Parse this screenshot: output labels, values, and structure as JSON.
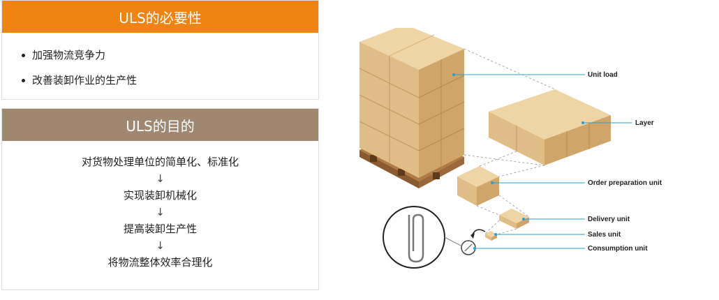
{
  "necessity": {
    "title": "ULS的必要性",
    "items": [
      "加强物流竞争力",
      "改善装卸作业的生产性"
    ]
  },
  "purpose": {
    "title": "ULS的目的",
    "steps": [
      "对货物处理单位的简单化、标准化",
      "实现装卸机械化",
      "提高装卸生产性",
      "将物流整体效率合理化"
    ],
    "arrow": "↓"
  },
  "diagram": {
    "labels": [
      "Unit load",
      "Layer",
      "Order preparation unit",
      "Delivery unit",
      "Sales unit",
      "Consumption unit"
    ],
    "colors": {
      "line": "#2aa0d2",
      "box": "#e6c48e",
      "box_dark": "#c99d5e",
      "pallet": "#b07a46"
    }
  }
}
